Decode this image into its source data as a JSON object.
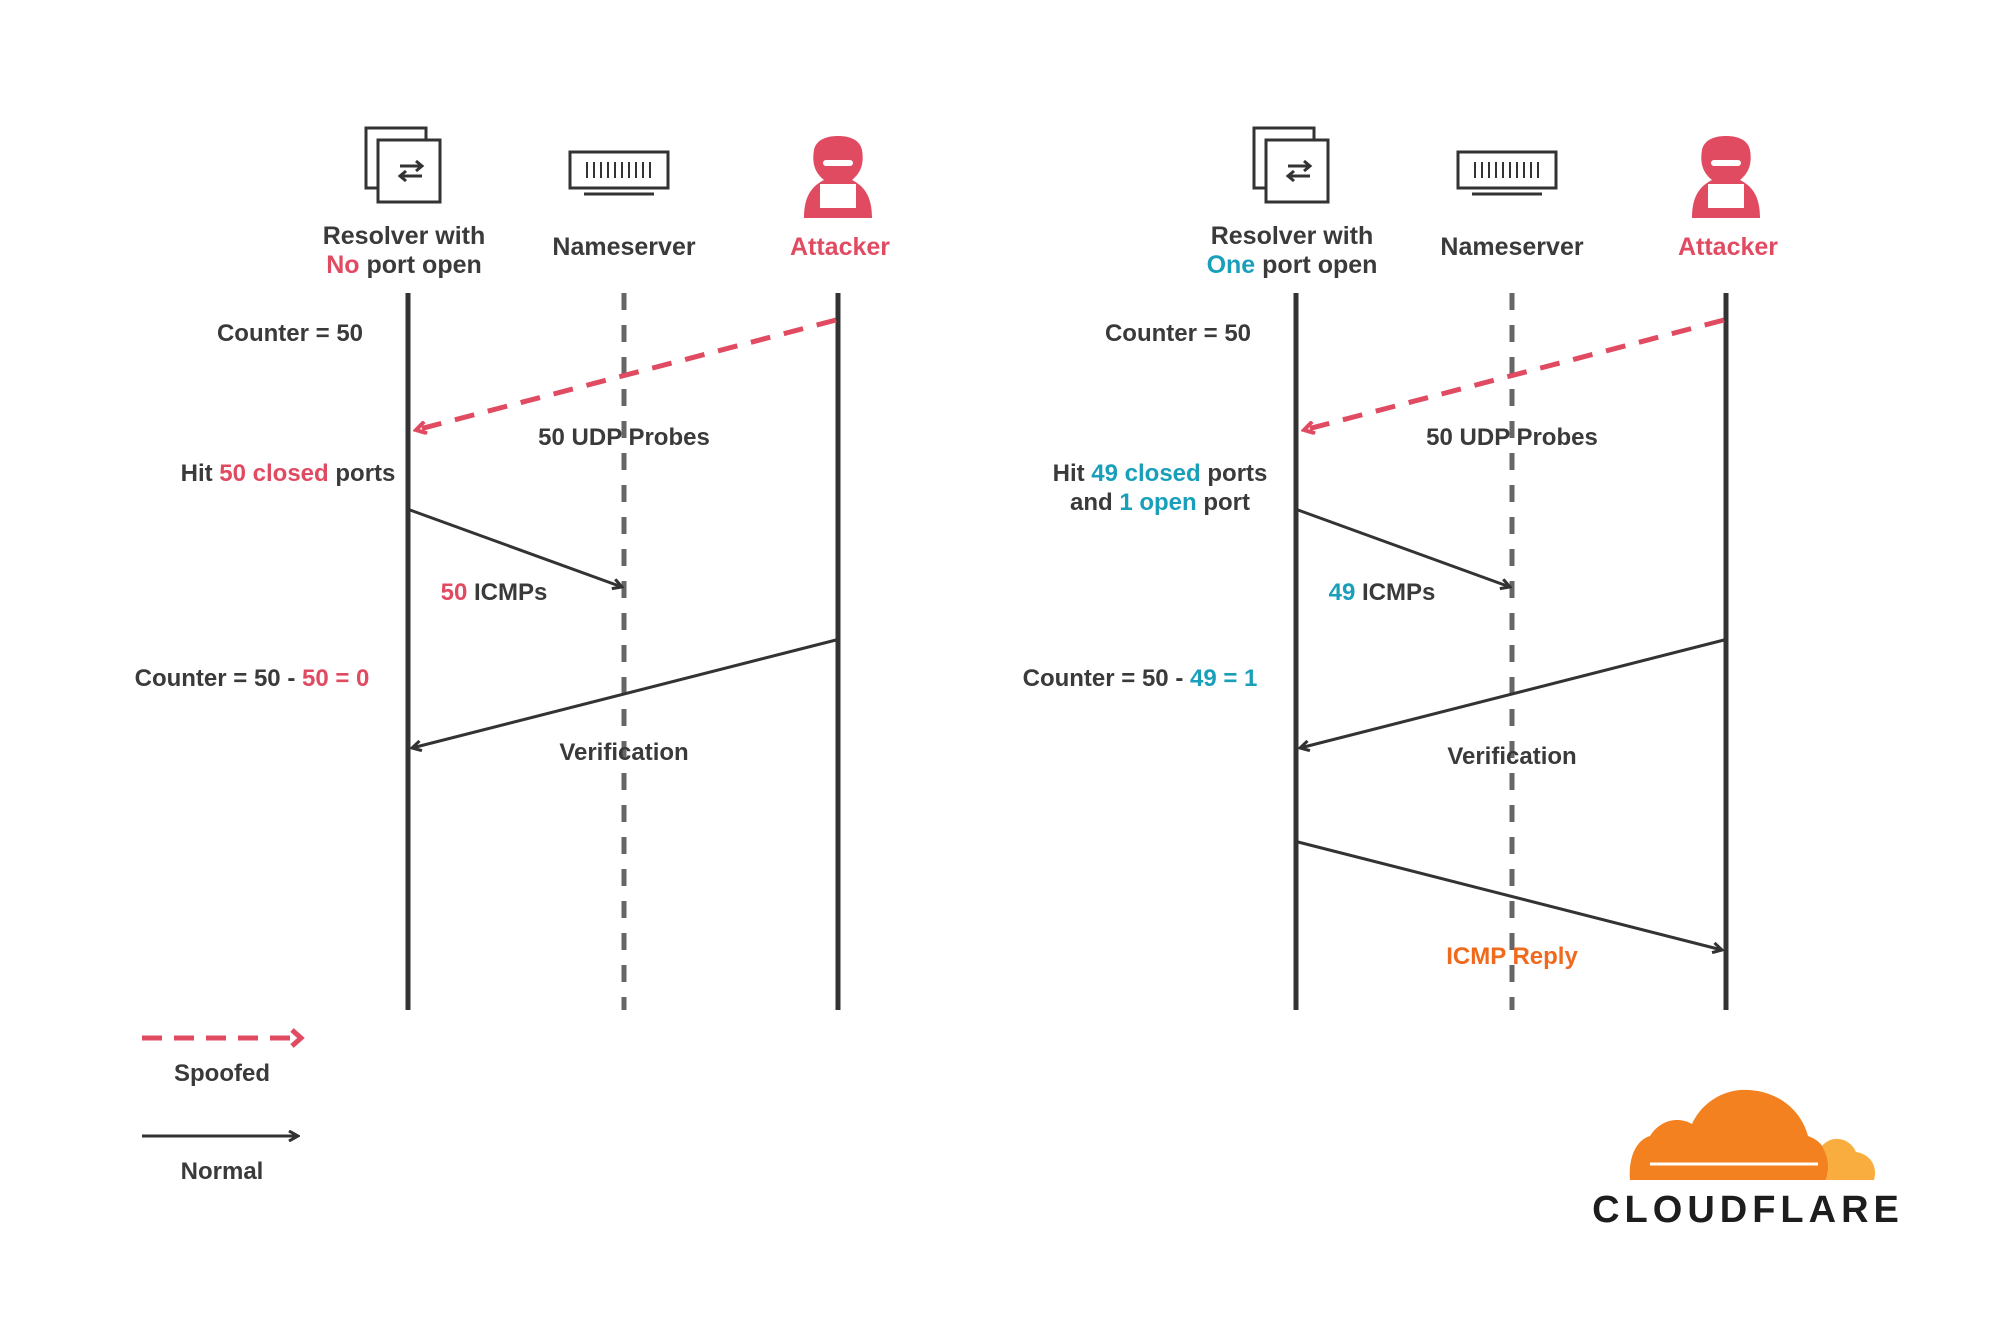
{
  "colors": {
    "spoofed": "#e04b62",
    "open_highlight": "#1a9fbb",
    "reply": "#f06a1e",
    "line": "#333333",
    "dashed_lifeline": "#666666",
    "cloudflare_orange": "#f48120",
    "cloudflare_light": "#faad3f"
  },
  "icons": [
    "resolver-icon",
    "nameserver-icon",
    "attacker-icon"
  ],
  "left": {
    "resolver": {
      "line1": "Resolver with",
      "hl": "No",
      "rest": "port open"
    },
    "nameserver": "Nameserver",
    "attacker": "Attacker",
    "counter": "Counter = 50",
    "probes": "50 UDP Probes",
    "hit": {
      "pre": "Hit",
      "hl": "50 closed",
      "post": "ports"
    },
    "icmps": {
      "hl": "50",
      "rest": "ICMPs"
    },
    "counter_calc": {
      "pre": "Counter = 50 -",
      "hl": "50 = 0"
    },
    "verification": "Verification"
  },
  "right": {
    "resolver": {
      "line1": "Resolver with",
      "hl": "One",
      "rest": "port open"
    },
    "nameserver": "Nameserver",
    "attacker": "Attacker",
    "counter": "Counter = 50",
    "probes": "50 UDP Probes",
    "hit": {
      "pre": "Hit",
      "hl": "49 closed",
      "post": "ports",
      "pre2": "and",
      "hl2": "1 open",
      "post2": "port"
    },
    "icmps": {
      "hl": "49",
      "rest": "ICMPs"
    },
    "counter_calc": {
      "pre": "Counter = 50 -",
      "hl": "49 = 1"
    },
    "verification": "Verification",
    "icmp_reply": "ICMP Reply"
  },
  "legend": {
    "spoofed": "Spoofed",
    "normal": "Normal"
  },
  "logo": {
    "text": "CLOUDFLARE"
  }
}
